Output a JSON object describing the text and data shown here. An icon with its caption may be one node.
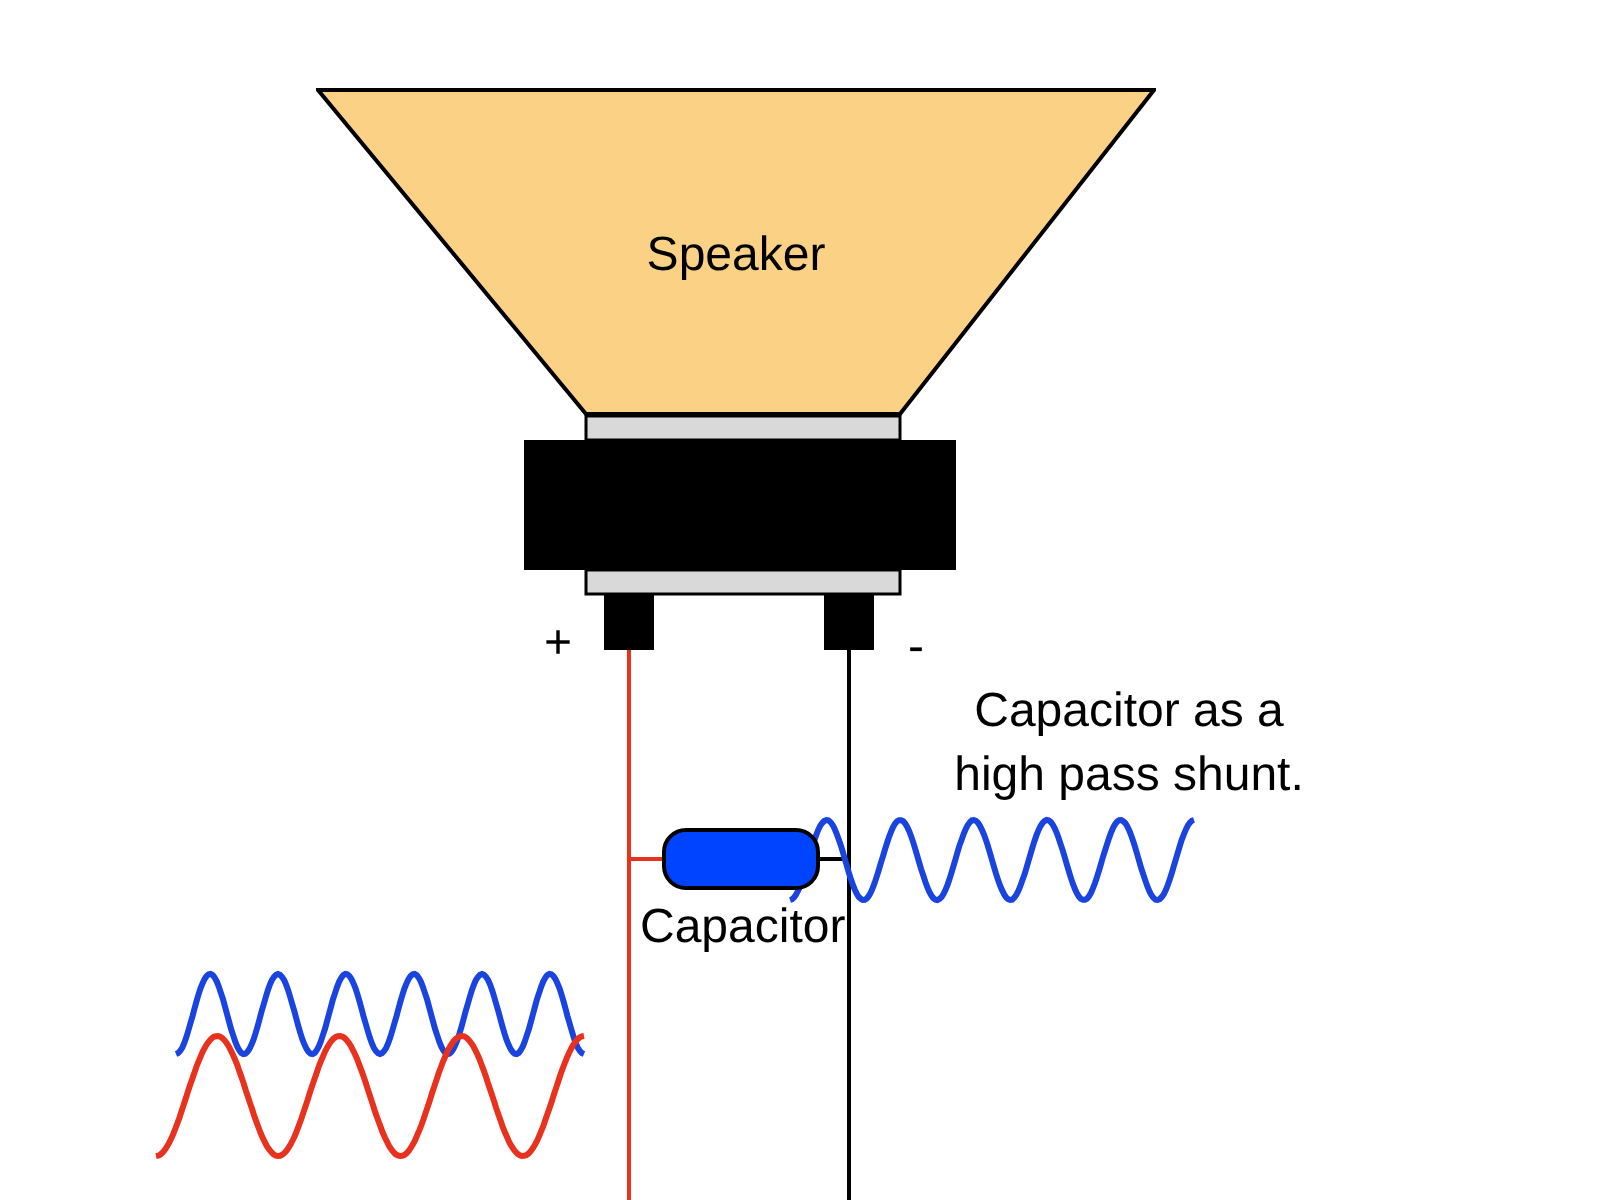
{
  "diagram": {
    "nodes": [
      {
        "text": [
          "Speaker"
        ]
      },
      {
        "text": [],
        "shape": "box",
        "beside": [
          "+"
        ]
      },
      {
        "text": [],
        "shape": "box",
        "beside": [
          "-"
        ]
      },
      {
        "text": [],
        "shape": "bar",
        "beside": [
          "Capacitor"
        ]
      }
    ],
    "edges": [
      {
        "from": 1,
        "to": null,
        "arrow": "none",
        "color": "#e8321e"
      },
      {
        "from": 2,
        "to": null,
        "arrow": "none",
        "color": "#000000"
      },
      {
        "from": 1,
        "to": 3,
        "arrow": "none",
        "color": "#e8321e"
      },
      {
        "from": 3,
        "to": 2,
        "arrow": "none",
        "color": "#000000"
      }
    ],
    "labels": [
      "Capacitor as a high pass shunt."
    ]
  }
}
